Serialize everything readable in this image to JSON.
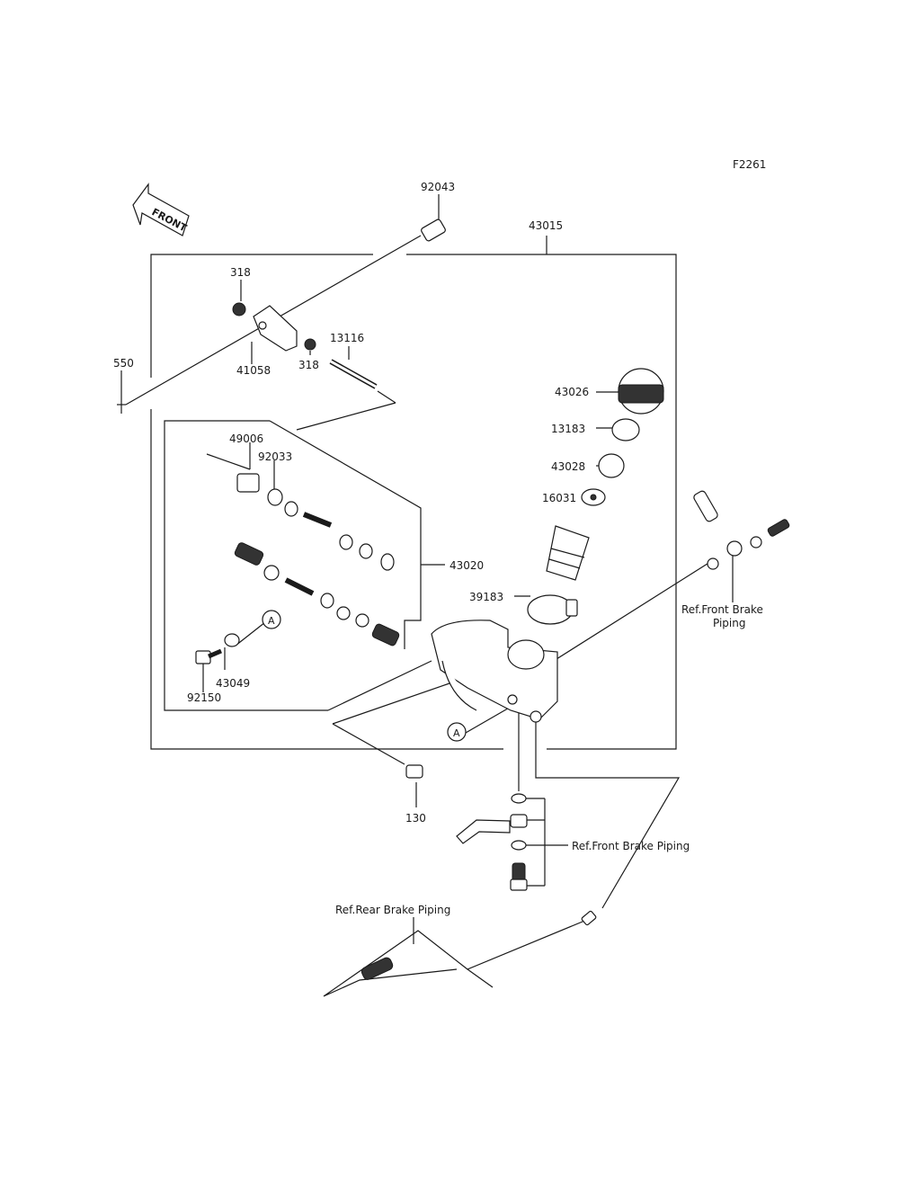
{
  "figure_code": "F2261",
  "front_label": "FRONT",
  "callouts": {
    "p92043": "92043",
    "p43015": "43015",
    "p318a": "318",
    "p318b": "318",
    "p13116": "13116",
    "p41058": "41058",
    "p550": "550",
    "p43026": "43026",
    "p13183": "13183",
    "p43028": "43028",
    "p16031": "16031",
    "p49006": "49006",
    "p92033": "92033",
    "p43020": "43020",
    "p39183": "39183",
    "p43049": "43049",
    "p92150": "92150",
    "p130": "130",
    "markerA1": "A",
    "markerA2": "A"
  },
  "references": {
    "front_brake_piping_right_1": "Ref.Front Brake",
    "front_brake_piping_right_2": "Piping",
    "front_brake_piping_bottom": "Ref.Front Brake Piping",
    "rear_brake_piping": "Ref.Rear Brake Piping"
  }
}
